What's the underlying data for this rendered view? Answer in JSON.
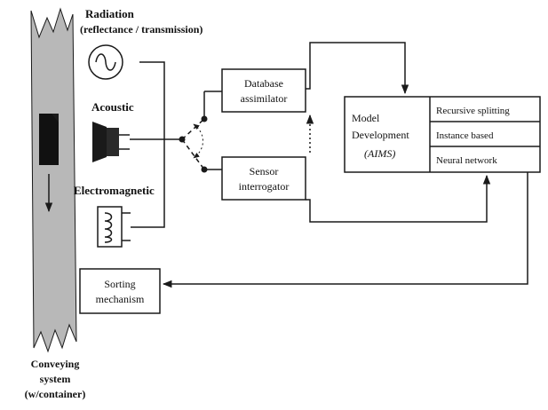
{
  "conveyor": {
    "label_lines": [
      "Conveying",
      "system",
      "(w/container)"
    ]
  },
  "sensors": {
    "radiation": {
      "title": "Radiation",
      "subtitle": "(reflectance / transmission)"
    },
    "acoustic": {
      "title": "Acoustic"
    },
    "electromagnetic": {
      "title": "Electromagnetic"
    }
  },
  "blocks": {
    "database": {
      "lines": [
        "Database",
        "assimilator"
      ]
    },
    "sensor_interrogator": {
      "lines": [
        "Sensor",
        "interrogator"
      ]
    },
    "model": {
      "lines": [
        "Model",
        "Development"
      ],
      "italic_line": "(AIMS)",
      "methods": [
        "Recursive splitting",
        "Instance based",
        "Neural network"
      ]
    },
    "sorting": {
      "lines": [
        "Sorting",
        "mechanism"
      ]
    }
  },
  "colors": {
    "line": "#1a1a1a",
    "conveyor_fill": "#b8b8b8",
    "dark": "#1a1a1a"
  },
  "icons": {
    "radiation": "sine-wave-circle-icon",
    "acoustic": "speaker-icon",
    "electromagnetic": "coil-icon"
  }
}
